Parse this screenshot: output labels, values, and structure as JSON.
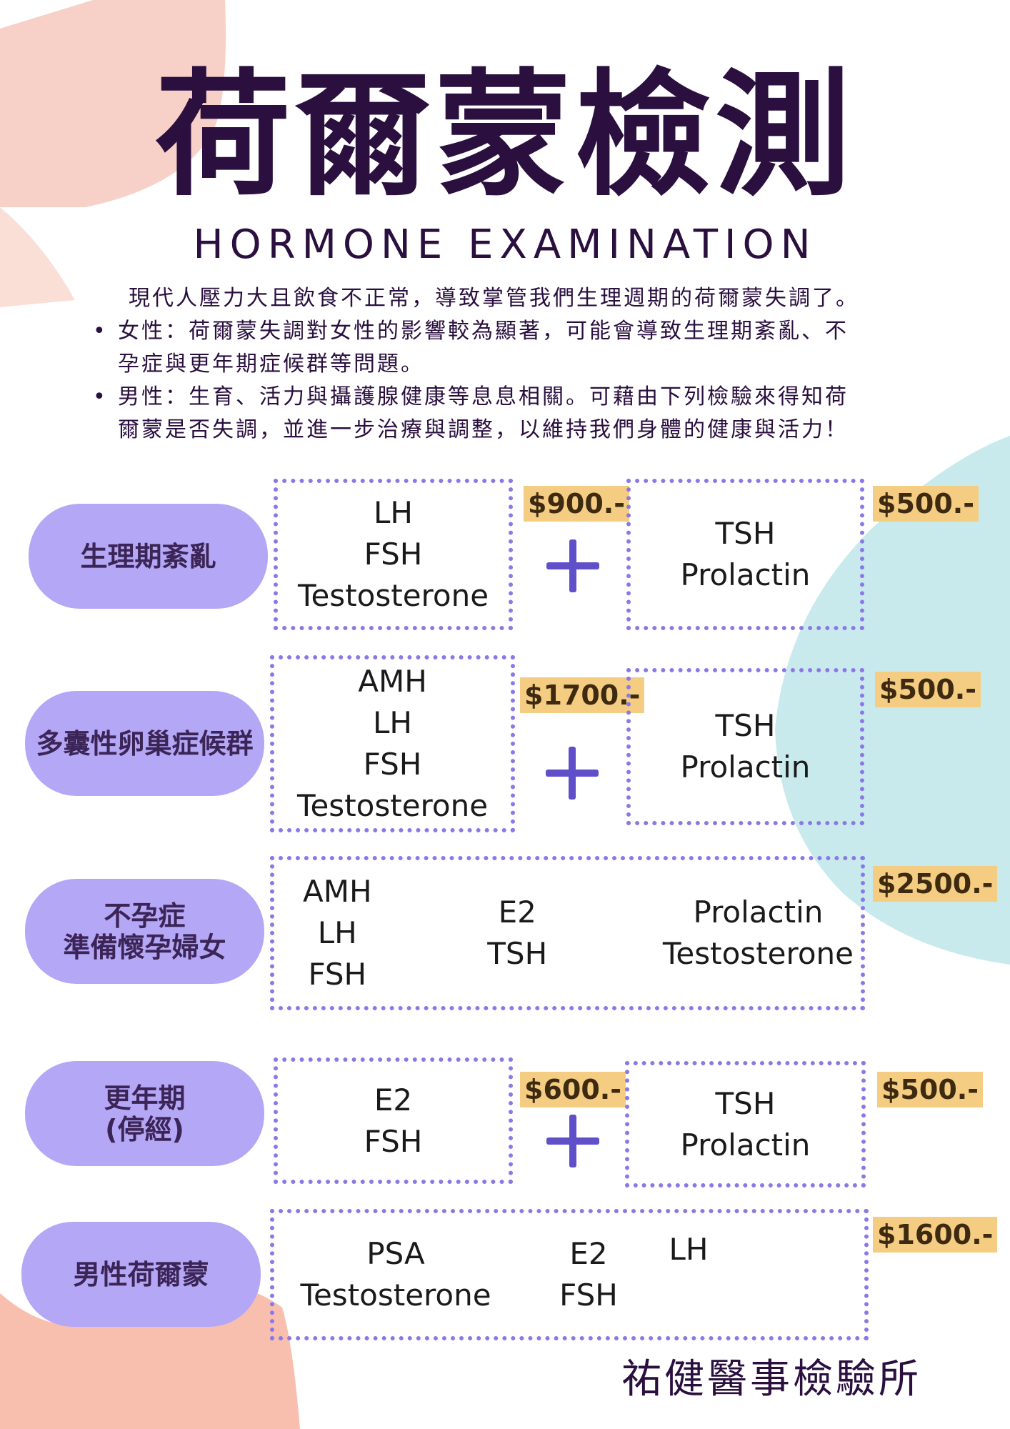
{
  "title": "荷爾蒙檢測",
  "subtitle": "HORMONE EXAMINATION",
  "intro": "現代人壓力大且飲食不正常，導致掌管我們生理週期的荷爾蒙失調了。",
  "bullets": [
    {
      "line1": "女性：荷爾蒙失調對女性的影響較為顯著，可能會導致生理期紊亂、不",
      "line2": "孕症與更年期症候群等問題。"
    },
    {
      "line1": "男性：生育、活力與攝護腺健康等息息相關。可藉由下列檢驗來得知荷",
      "line2": "爾蒙是否失調，並進一步治療與調整，以維持我們身體的健康與活力！"
    }
  ],
  "rows": [
    {
      "label_lines": [
        "生理期紊亂"
      ],
      "box_a": [
        "LH",
        "FSH",
        "Testosterone"
      ],
      "price_a": "$900.-",
      "box_b": [
        "TSH",
        "Prolactin"
      ],
      "price_b": "$500.-"
    },
    {
      "label_lines": [
        "多囊性卵巢症候群"
      ],
      "box_a": [
        "AMH",
        "LH",
        "FSH",
        "Testosterone"
      ],
      "price_a": "$1700.-",
      "box_b": [
        "TSH",
        "Prolactin"
      ],
      "price_b": "$500.-"
    },
    {
      "label_lines": [
        "不孕症",
        "準備懷孕婦女"
      ],
      "cols": [
        [
          "AMH",
          "LH",
          "FSH"
        ],
        [
          "E2",
          "TSH"
        ],
        [
          "Prolactin",
          "Testosterone"
        ]
      ],
      "price": "$2500.-"
    },
    {
      "label_lines": [
        "更年期",
        "(停經)"
      ],
      "box_a": [
        "E2",
        "FSH"
      ],
      "price_a": "$600.-",
      "box_b": [
        "TSH",
        "Prolactin"
      ],
      "price_b": "$500.-"
    },
    {
      "label_lines": [
        "男性荷爾蒙"
      ],
      "cols": [
        [
          "PSA",
          "Testosterone"
        ],
        [
          "E2",
          "FSH"
        ],
        [
          "LH"
        ]
      ],
      "price": "$1600.-"
    }
  ],
  "footer": "祐健醫事檢驗所",
  "colors": {
    "title": "#2a0f3f",
    "pill": "#b4a7f5",
    "border": "#8b78e6",
    "price_bg": "#f5cd82",
    "plus": "#5f4fc9",
    "deco_peach": "#f6c9bd",
    "deco_blue": "#bfe6ea"
  }
}
